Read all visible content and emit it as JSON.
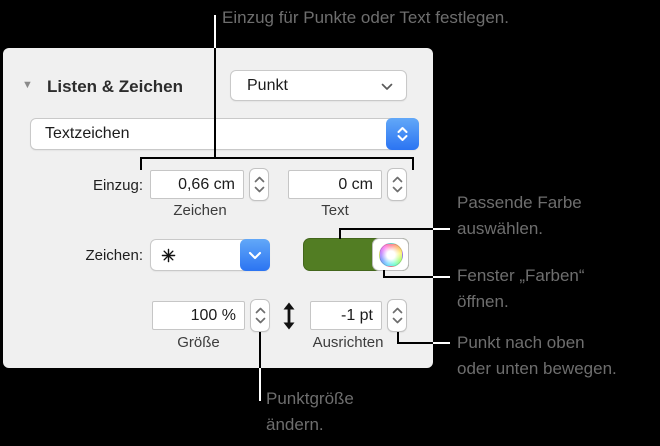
{
  "colors": {
    "accent_blue": "#2b74f2",
    "bullet_green": "#527d23",
    "panel_bg": "#f0f0f0",
    "annotation_gray": "#6e6e6e"
  },
  "callouts": {
    "indent": "Einzug für Punkte oder Text festlegen.",
    "matching_color": [
      "Passende Farbe",
      "auswählen."
    ],
    "colors_window": [
      "Fenster „Farben“",
      "öffnen."
    ],
    "move_bullet": [
      "Punkt nach oben",
      "oder unten bewegen."
    ],
    "bullet_size": [
      "Punktgröße",
      "ändern."
    ]
  },
  "panel": {
    "section_title": "Listen & Zeichen",
    "style_popup": "Punkt",
    "type_popup": "Textzeichen",
    "indent_label": "Einzug:",
    "indent_bullet_value": "0,66 cm",
    "indent_bullet_label": "Zeichen",
    "indent_text_value": "0 cm",
    "indent_text_label": "Text",
    "bullet_label": "Zeichen:",
    "bullet_glyph": "✳",
    "size_value": "100 %",
    "size_label": "Größe",
    "align_value": "-1 pt",
    "align_label": "Ausrichten"
  }
}
